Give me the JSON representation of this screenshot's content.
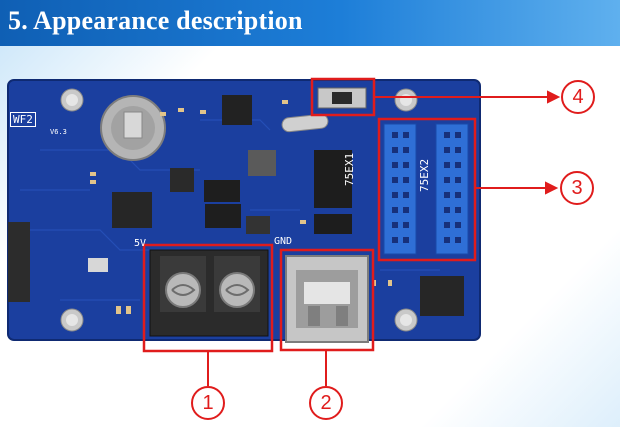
{
  "header": {
    "title": "5.  Appearance description"
  },
  "board": {
    "model": "WF2",
    "version": "V6.3",
    "silkscreen": {
      "five_v": "5V",
      "gnd": "GND",
      "port_75ex1": "75EX1",
      "port_75ex2": "75EX2"
    }
  },
  "callouts": [
    {
      "number": "1"
    },
    {
      "number": "2"
    },
    {
      "number": "3"
    },
    {
      "number": "4"
    }
  ],
  "colors": {
    "header_blue": "#1464b8",
    "pcb_blue": "#1a3e9e",
    "callout_red": "#e01c1c",
    "connector_blue": "#2f6fd6"
  }
}
